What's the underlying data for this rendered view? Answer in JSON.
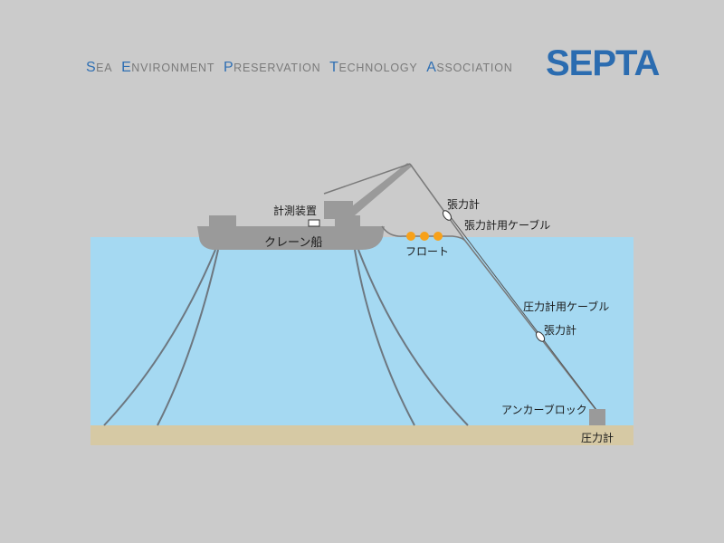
{
  "header": {
    "words": [
      {
        "initial": "S",
        "rest": "EA"
      },
      {
        "initial": "E",
        "rest": "NVIRONMENT"
      },
      {
        "initial": "P",
        "rest": "RESERVATION"
      },
      {
        "initial": "T",
        "rest": "ECHNOLOGY"
      },
      {
        "initial": "A",
        "rest": "SSOCIATION"
      }
    ],
    "logo": "SEPTA"
  },
  "labels": {
    "measuring_device": "計測装置",
    "crane_ship": "クレーン船",
    "float": "フロート",
    "tension_meter_top": "張力計",
    "tension_cable": "張力計用ケーブル",
    "pressure_cable": "圧力計用ケーブル",
    "tension_meter_bottom": "張力計",
    "anchor_block": "アンカーブロック",
    "pressure_meter": "圧力計"
  },
  "colors": {
    "background": "#cbcbcb",
    "sea": "#a5d9f2",
    "seabed": "#d6c9a4",
    "ship": "#9a9a9a",
    "float": "#f7a11a",
    "logo": "#2b6cb0"
  }
}
